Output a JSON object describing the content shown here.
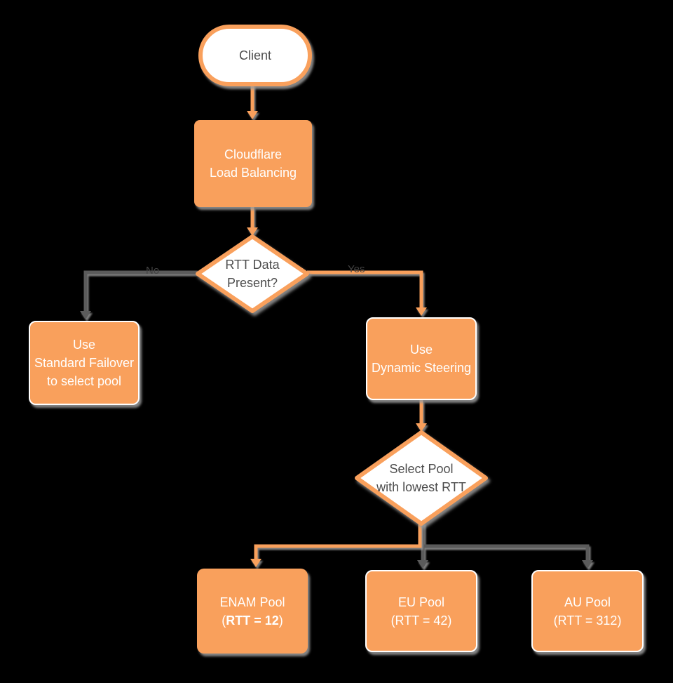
{
  "colors": {
    "background": "#000000",
    "accent_orange": "#F9A05C",
    "connector_gray": "#5B5B5B",
    "shape_fill_white": "#FFFFFF",
    "text_dark": "#4D4D4D",
    "text_white": "#FFFFFF",
    "shadow_gray": "#9B9B9B"
  },
  "nodes": {
    "client": {
      "label": "Client"
    },
    "cloudflare": {
      "line1": "Cloudflare",
      "line2": "Load Balancing"
    },
    "rtt_decision": {
      "line1": "RTT Data",
      "line2": "Present?"
    },
    "standard_failover": {
      "line1": "Use",
      "line2": "Standard Failover",
      "line3": "to select pool"
    },
    "dynamic_steering": {
      "line1": "Use",
      "line2": "Dynamic Steering"
    },
    "select_pool": {
      "line1": "Select Pool",
      "line2": "with lowest RTT"
    },
    "enam_pool": {
      "line1": "ENAM Pool",
      "rtt_open": "(",
      "rtt_value": "RTT = 12",
      "rtt_close": ")"
    },
    "eu_pool": {
      "line1": "EU Pool",
      "line2": "(RTT = 42)"
    },
    "au_pool": {
      "line1": "AU Pool",
      "line2": "(RTT = 312)"
    }
  },
  "edges": {
    "no_label": "No",
    "yes_label": "Yes"
  }
}
